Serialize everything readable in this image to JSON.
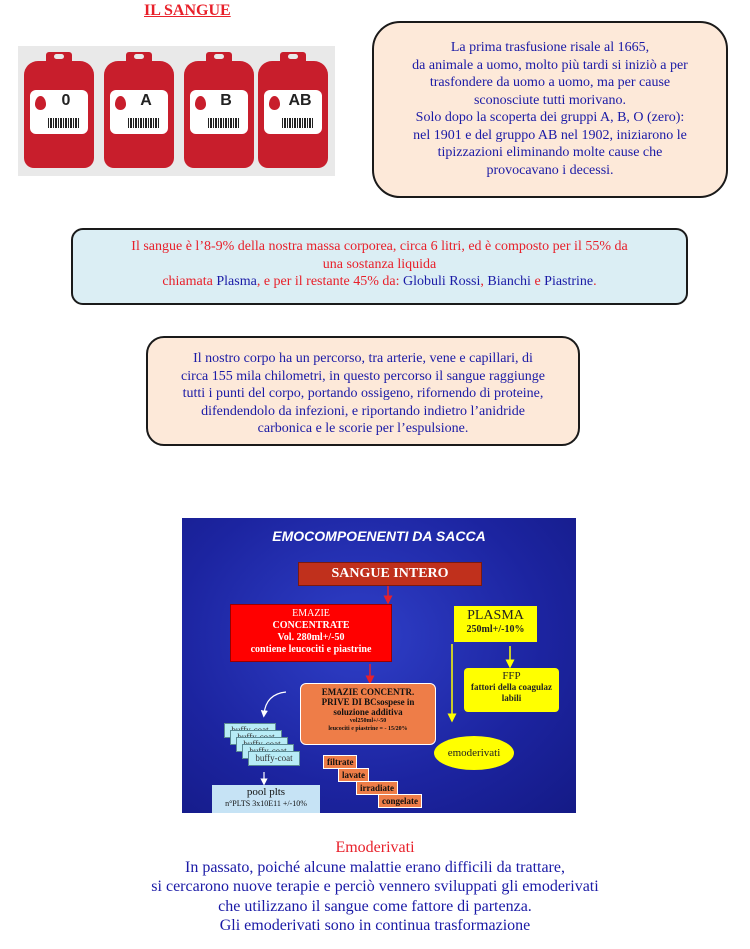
{
  "title": "IL SANGUE",
  "bags": [
    "0",
    "A",
    "B",
    "AB"
  ],
  "box1": {
    "lines": [
      "La prima trasfusione risale al 1665,",
      "da animale a uomo, molto più tardi si iniziò a per",
      "trasfondere da uomo a uomo, ma per cause",
      "sconosciute tutti morivano.",
      "Solo dopo la scoperta dei gruppi  A, B, O (zero):",
      "nel 1901 e del gruppo AB nel 1902, iniziarono le",
      "tipizzazioni eliminando molte cause che",
      "provocavano i decessi."
    ]
  },
  "box2": {
    "line1": "Il sangue è l’8-9% della nostra massa corporea, circa 6 litri, ed è composto per il 55% da",
    "line2": "una sostanza liquida",
    "line3_a": "chiamata ",
    "line3_b": "Plasma",
    "line3_c": ", e per il restante 45% da: ",
    "line3_d": "Globuli Rossi",
    "line3_e": ", ",
    "line3_f": "Bianchi",
    "line3_g": " e ",
    "line3_h": "Piastrine",
    "line3_i": "."
  },
  "box3": {
    "lines": [
      "Il nostro corpo ha un percorso, tra arterie, vene e capillari, di",
      "circa 155 mila chilometri, in questo percorso il sangue raggiunge",
      "tutti i punti del corpo, portando ossigeno, rifornendo di proteine,",
      "difendendolo da infezioni, e riportando indietro l’anidride",
      "carbonica e le scorie per l’espulsione."
    ]
  },
  "slide": {
    "title": "EMOCOMPOENENTI  DA SACCA",
    "sangue_intero": "SANGUE INTERO",
    "emazie": {
      "l1": "EMAZIE",
      "l2": "CONCENTRATE",
      "l3": "Vol. 280ml+/-50",
      "l4": "contiene leucociti e  piastrine"
    },
    "plasma": {
      "l1": "PLASMA",
      "l2": "250ml+/-10%"
    },
    "ffp": {
      "l1": "FFP",
      "l2": "fattori della coagulaz",
      "l3": "labili"
    },
    "emazie_conc": {
      "l1": "EMAZIE CONCENTR.",
      "l2": "PRIVE DI BCsospese in",
      "l3": "soluzione additiva",
      "l4": "vol250ml+/-50",
      "l5": "leucociti e piastrine = - 15/20%"
    },
    "emoderivati": "emoderivati",
    "buffy": [
      "buffy-coat",
      "buffy-coat",
      "buffy-coat",
      "buffy-coat",
      "buffy-coat"
    ],
    "pool": {
      "l1": "pool plts",
      "l2": "n°PLTS 3x10E11 +/-10%"
    },
    "steps": [
      "filtrate",
      "lavate",
      "irradiate",
      "congelate"
    ]
  },
  "footer": {
    "heading": "Emoderivati",
    "lines": [
      "In passato, poiché alcune malattie erano difficili da trattare,",
      "si cercarono nuove terapie e perciò vennero sviluppati gli emoderivati",
      "che utilizzano il sangue come fattore di partenza.",
      "Gli emoderivati sono in continua trasformazione"
    ]
  }
}
